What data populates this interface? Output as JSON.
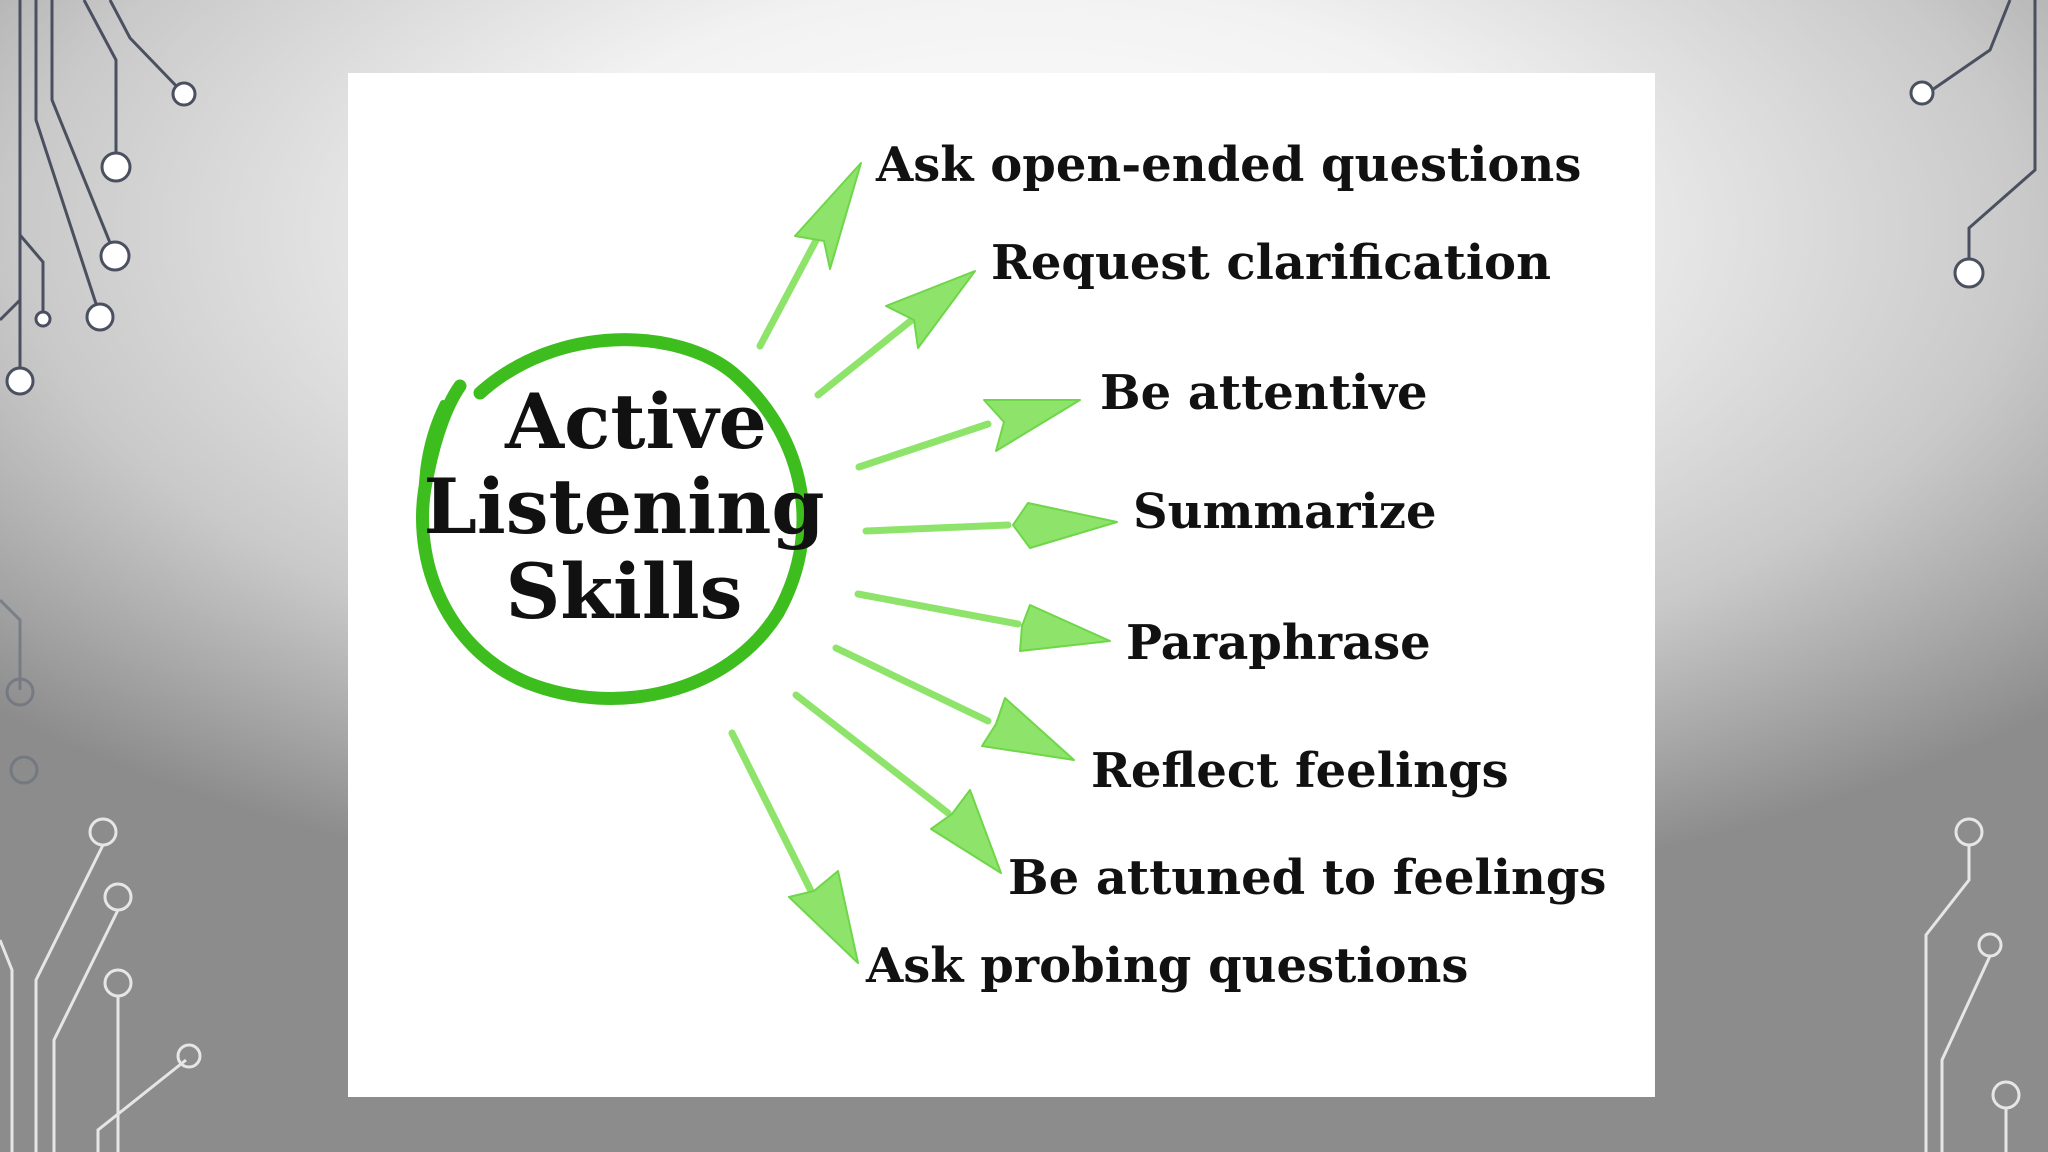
{
  "diagram": {
    "center": {
      "lines": [
        "Active",
        "Listening",
        "Skills"
      ]
    },
    "skills": [
      "Ask open-ended questions",
      "Request clarification",
      "Be attentive",
      "Summarize",
      "Paraphrase",
      "Reflect feelings",
      "Be attuned to feelings",
      "Ask probing questions"
    ]
  },
  "colors": {
    "ring": "#3ebd1e",
    "arrow": "#8ee46a",
    "arrow_stroke": "#6fd64a",
    "text": "#111111",
    "circuit": "#4a5060"
  }
}
